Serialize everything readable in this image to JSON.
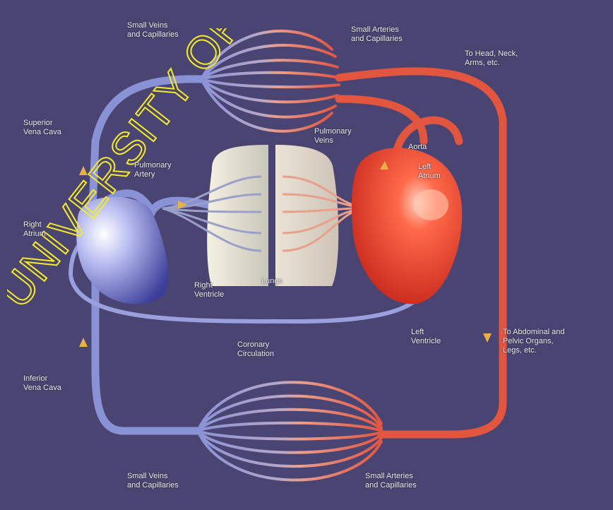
{
  "colors": {
    "background": "#4a4472",
    "venous": "#8a92d6",
    "arterial": "#e2553f",
    "lungs": "#e6e2d2",
    "label_text": "#e9e6f2",
    "watermark": "#f2ea2a"
  },
  "watermark": {
    "text": "UNIVERSITY OF"
  },
  "labels": {
    "small_veins_top": "Small Veins\nand Capillaries",
    "small_arteries_top": "Small Arteries\nand Capillaries",
    "to_head": "To Head, Neck,\nArms, etc.",
    "superior_vena_cava": "Superior\nVena Cava",
    "pulmonary_veins": "Pulmonary\nVeins",
    "aorta": "Aorta",
    "left_atrium": "Left\nAtrium",
    "pulmonary_artery": "Pulmonary\nArtery",
    "right_atrium": "Right\nAtrium",
    "lungs": "Lungs",
    "right_ventricle": "Right\nVentricle",
    "left_ventricle": "Left\nVentricle",
    "to_abdominal": "To Abdominal and\nPelvic Organs,\nLegs, etc.",
    "coronary_circulation": "Coronary\nCirculation",
    "inferior_vena_cava": "Inferior\nVena Cava",
    "small_veins_bottom": "Small Veins\nand Capillaries",
    "small_arteries_bottom": "Small Arteries\nand Capillaries"
  }
}
